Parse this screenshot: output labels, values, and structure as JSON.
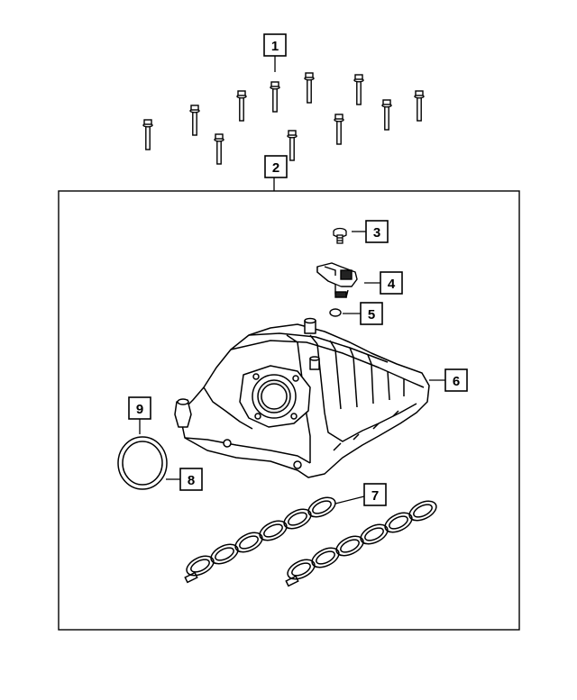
{
  "diagram": {
    "callouts": {
      "c1": "1",
      "c2": "2",
      "c3": "3",
      "c4": "4",
      "c5": "5",
      "c6": "6",
      "c7": "7",
      "c8": "8",
      "c9": "9"
    },
    "parts": {
      "bolts": "bolt-set",
      "kit_frame": "kit-frame",
      "screw": "screw",
      "sensor": "map-sensor",
      "o_ring": "o-ring",
      "manifold": "intake-manifold",
      "gaskets": "manifold-gaskets",
      "tb_seal": "throttle-body-seal",
      "tb_label": "throttle-body-label"
    },
    "colors": {
      "line": "#000000",
      "background": "#ffffff"
    }
  }
}
